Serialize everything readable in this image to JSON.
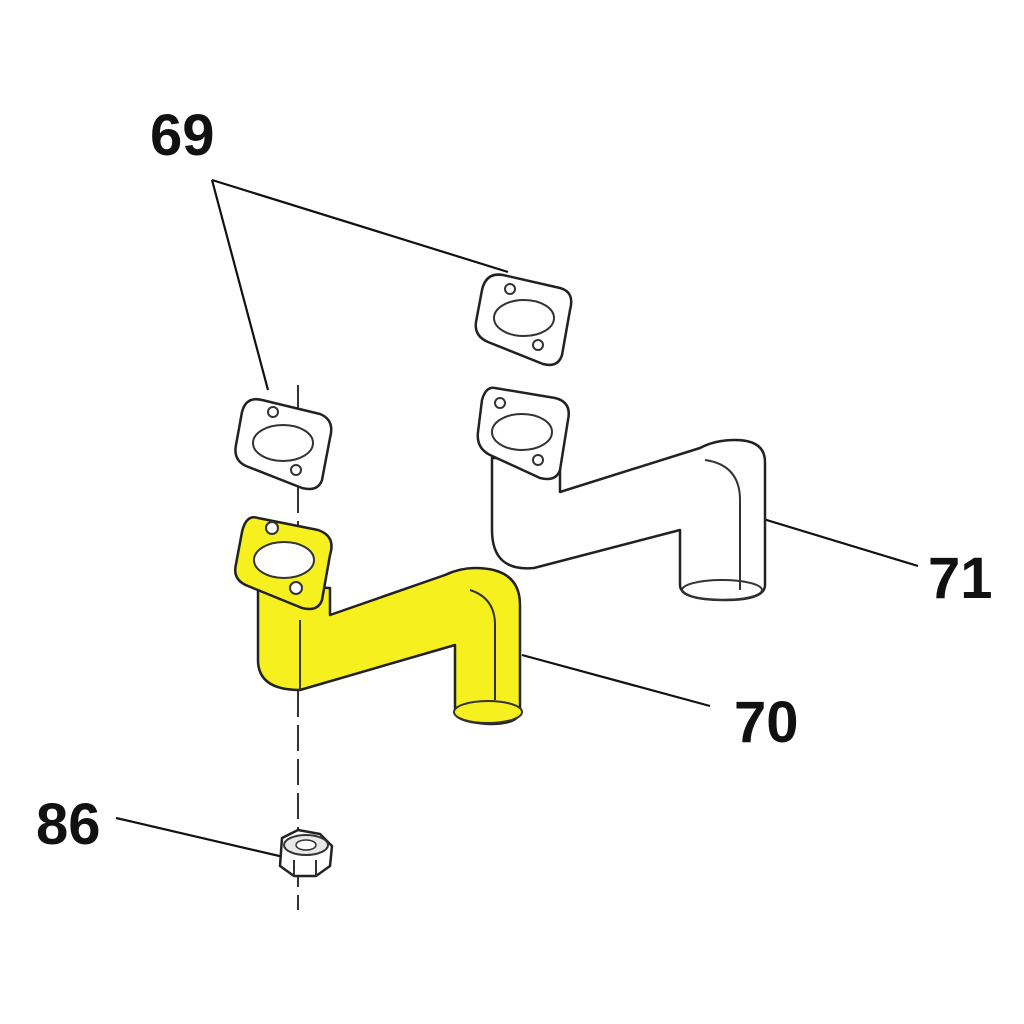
{
  "callouts": {
    "gaskets": "69",
    "pipe_highlighted": "70",
    "pipe_outline": "71",
    "nut": "86"
  },
  "colors": {
    "highlight": "#f5f01e",
    "line": "#222222",
    "background": "#ffffff"
  }
}
